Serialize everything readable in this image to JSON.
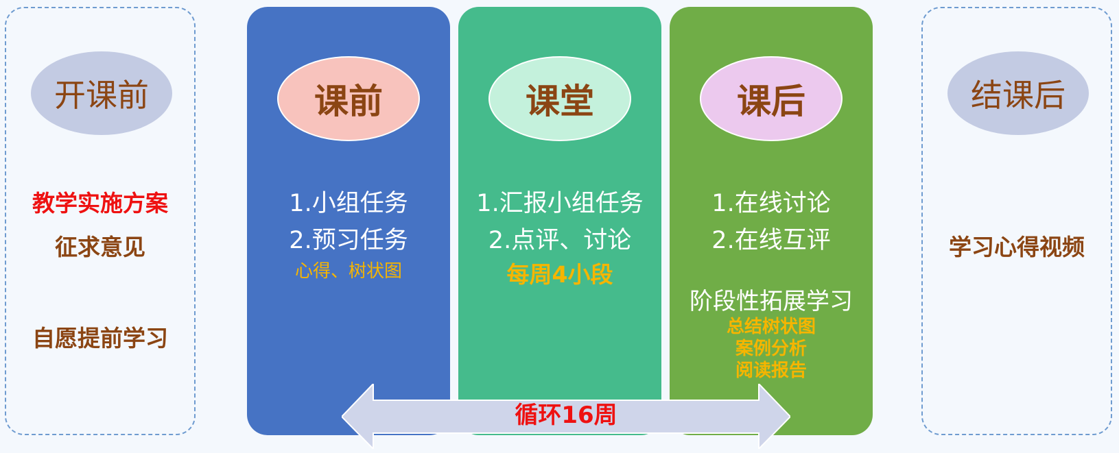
{
  "left_panel": {
    "title": "开课前",
    "items": [
      "教学实施方案",
      "征求意见",
      "自愿提前学习"
    ]
  },
  "right_panel": {
    "title": "结课后",
    "items": [
      "学习心得视频"
    ]
  },
  "columns": [
    {
      "title": "课前",
      "lines": [
        "1.小组任务",
        "2.预习任务"
      ],
      "notes": [
        "心得、树状图"
      ]
    },
    {
      "title": "课堂",
      "lines": [
        "1.汇报小组任务",
        "2.点评、讨论"
      ],
      "notes": [
        "每周4小段"
      ]
    },
    {
      "title": "课后",
      "lines": [
        "1.在线讨论",
        "2.在线互评",
        "阶段性拓展学习"
      ],
      "notes": [
        "总结树状图",
        "案例分析",
        "阅读报告"
      ]
    }
  ],
  "cycle_arrow": {
    "label": "循环16周"
  },
  "colors": {
    "blue_column": "#4673c4",
    "teal_column": "#45bb8c",
    "green_column": "#70ad47",
    "brown_text": "#8b4513",
    "red_text": "#ee1111",
    "gold_text": "#f6b500",
    "arrow_fill": "#cfd5ea"
  }
}
